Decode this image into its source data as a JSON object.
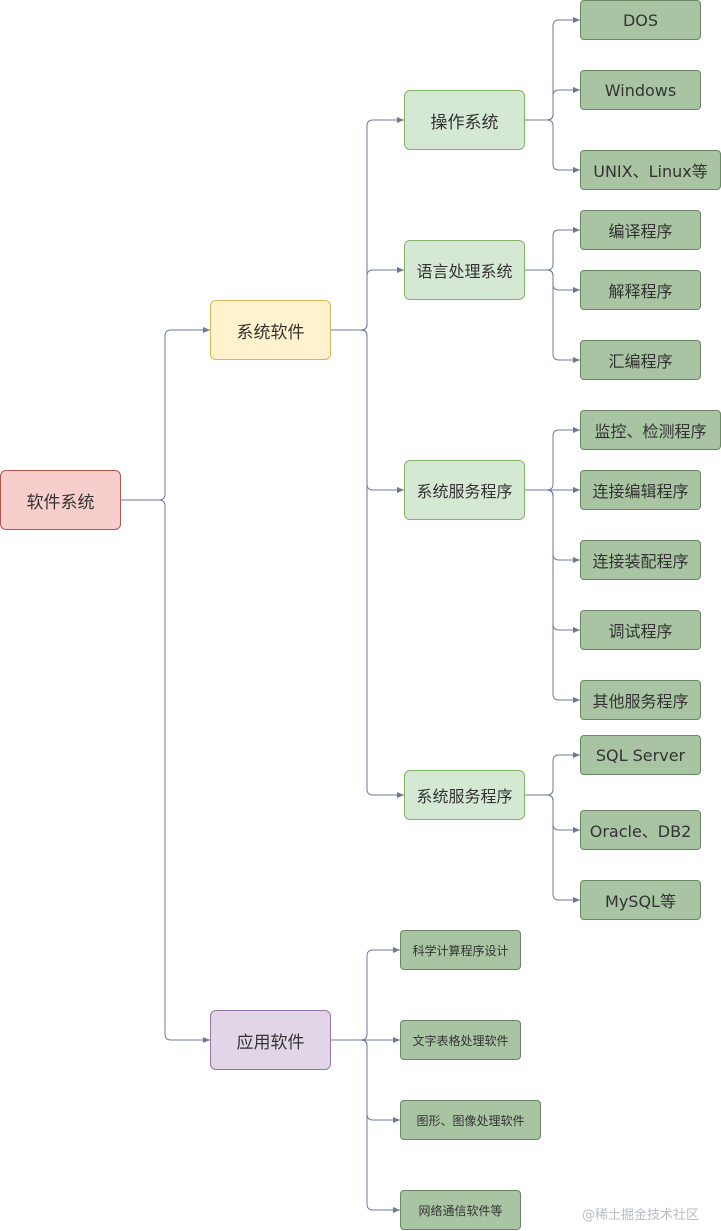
{
  "diagram": {
    "root": {
      "label": "软件系统"
    },
    "level1": {
      "system_software": {
        "label": "系统软件"
      },
      "application_software": {
        "label": "应用软件"
      }
    },
    "level2": {
      "os": {
        "label": "操作系统"
      },
      "lang": {
        "label": "语言处理系统"
      },
      "service": {
        "label": "系统服务程序"
      },
      "db": {
        "label": "系统服务程序"
      }
    },
    "leaves": {
      "os": [
        "DOS",
        "Windows",
        "UNIX、Linux等"
      ],
      "lang": [
        "编译程序",
        "解释程序",
        "汇编程序"
      ],
      "service": [
        "监控、检测程序",
        "连接编辑程序",
        "连接装配程序",
        "调试程序",
        "其他服务程序"
      ],
      "db": [
        "SQL Server",
        "Oracle、DB2",
        "MySQL等"
      ],
      "app": [
        "科学计算程序设计",
        "文字表格处理软件",
        "图形、图像处理软件",
        "网络通信软件等"
      ]
    },
    "colors": {
      "edge": "#6c7a99",
      "root_fill": "#f8cecc",
      "system_fill": "#fff2cc",
      "app_fill": "#e1d5e7",
      "category_fill": "#d5e8d4",
      "leaf_fill": "#a9c4a3"
    }
  },
  "watermark": "@稀土掘金技术社区"
}
